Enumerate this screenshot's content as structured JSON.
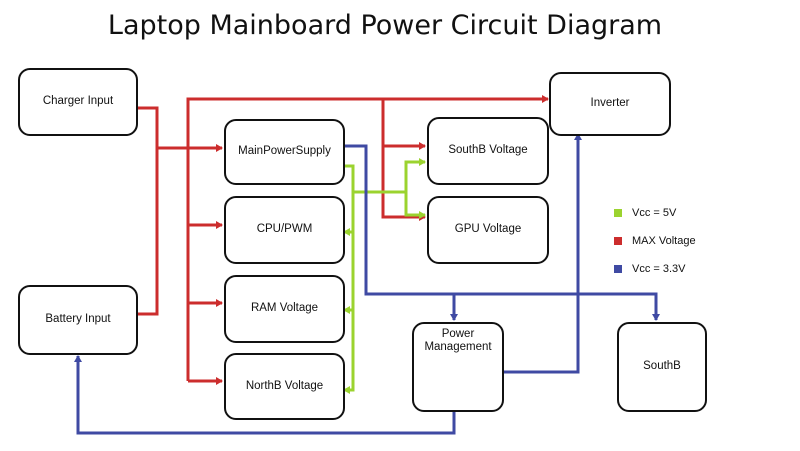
{
  "title": "Laptop Mainboard Power Circuit Diagram",
  "boxes": {
    "charger": "Charger Input",
    "battery": "Battery Input",
    "mainpsu": "MainPowerSupply",
    "cpu": "CPU/PWM",
    "ram": "RAM Voltage",
    "northb": "NorthB Voltage",
    "southbv": "SouthB Voltage",
    "gpu": "GPU Voltage",
    "inverter": "Inverter",
    "pm": "Power\nManagement",
    "southb": "SouthB"
  },
  "legend": [
    {
      "label": "Vcc = 5V",
      "color": "#9bd32f"
    },
    {
      "label": "MAX Voltage",
      "color": "#cc2d2d"
    },
    {
      "label": "Vcc = 3.3V",
      "color": "#3f4aa3"
    }
  ],
  "colors": {
    "max_voltage": "#cc2d2d",
    "vcc_5v": "#9bd32f",
    "vcc_3v3": "#3f4aa3"
  }
}
